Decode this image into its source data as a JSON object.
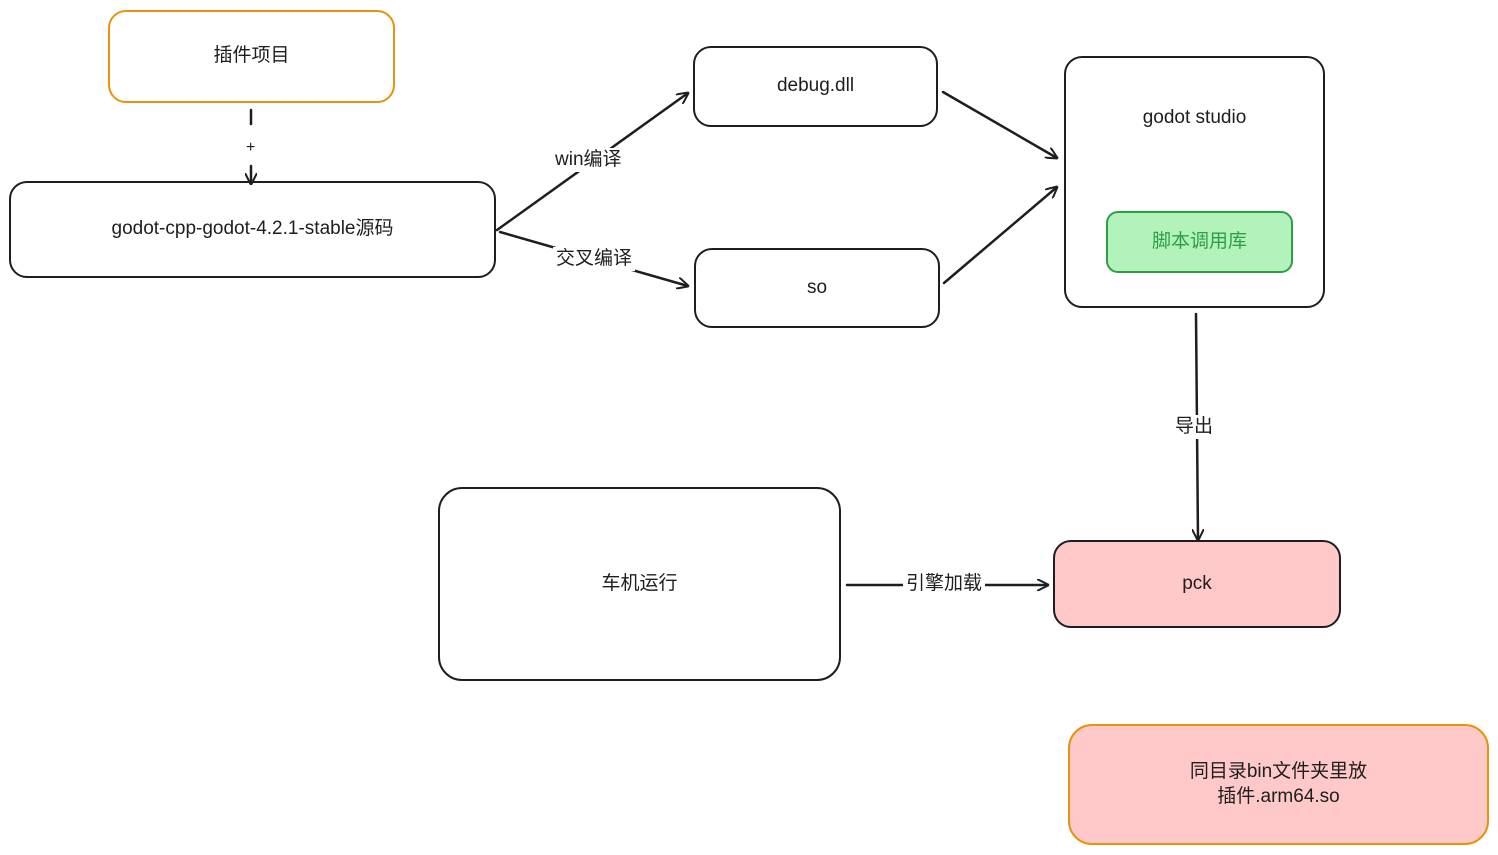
{
  "nodes": {
    "plugin_project": "插件项目",
    "godot_cpp_source": "godot-cpp-godot-4.2.1-stable源码",
    "debug_dll": "debug.dll",
    "so": "so",
    "godot_studio": "godot studio",
    "script_lib": "脚本调用库",
    "pck": "pck",
    "car_run": "车机运行",
    "note": "同目录bin文件夹里放\n插件.arm64.so"
  },
  "edges": {
    "plus": "+",
    "win_compile": "win编译",
    "cross_compile": "交叉编译",
    "export": "导出",
    "engine_load": "引擎加载"
  },
  "colors": {
    "stroke": "#1e1e1e",
    "orange": "#e8930c",
    "red_fill": "#ffc9c9",
    "green_fill": "#b2f2bb",
    "green_stroke": "#2f9e44"
  }
}
